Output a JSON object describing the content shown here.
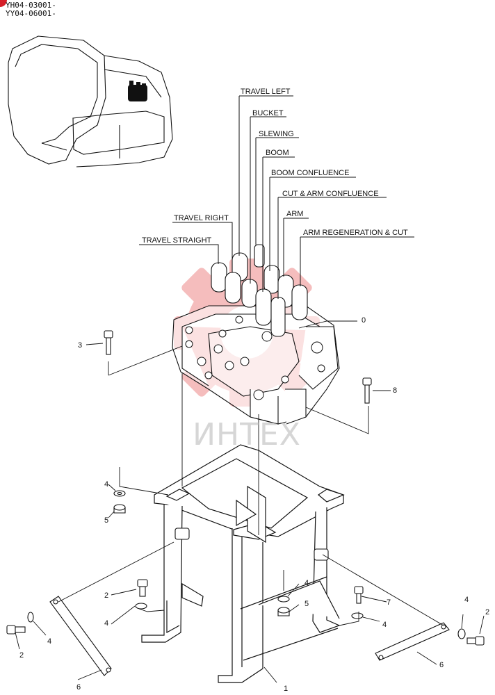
{
  "header": {
    "serial_lines": [
      "YH04-03001-",
      "YY04-06001-"
    ]
  },
  "watermark": "ИНТЕХ",
  "callouts": [
    {
      "id": "travel-left",
      "label": "TRAVEL LEFT"
    },
    {
      "id": "bucket",
      "label": "BUCKET"
    },
    {
      "id": "slewing",
      "label": "SLEWING"
    },
    {
      "id": "boom",
      "label": "BOOM"
    },
    {
      "id": "boom-confluence",
      "label": "BOOM CONFLUENCE"
    },
    {
      "id": "cut-arm-confluence",
      "label": "CUT & ARM CONFLUENCE"
    },
    {
      "id": "arm",
      "label": "ARM"
    },
    {
      "id": "arm-regeneration-cut",
      "label": "ARM REGENERATION & CUT"
    },
    {
      "id": "travel-right",
      "label": "TRAVEL RIGHT"
    },
    {
      "id": "travel-straight",
      "label": "TRAVEL STRAIGHT"
    }
  ],
  "part_numbers": {
    "n0": "0",
    "n1": "1",
    "n3": "3",
    "n8": "8",
    "n7": "7",
    "n4a": "4",
    "n5a": "5",
    "n4b": "4",
    "n5b": "5",
    "n4c": "4",
    "n2a": "2",
    "n4d": "4",
    "n2b": "2",
    "n6a": "6",
    "n4e": "4",
    "n4f": "4",
    "n2c": "2",
    "n6b": "6"
  },
  "colors": {
    "ink": "#111111",
    "watermark_gear": "#f2a7a7",
    "corner_mark": "#d6202a"
  }
}
